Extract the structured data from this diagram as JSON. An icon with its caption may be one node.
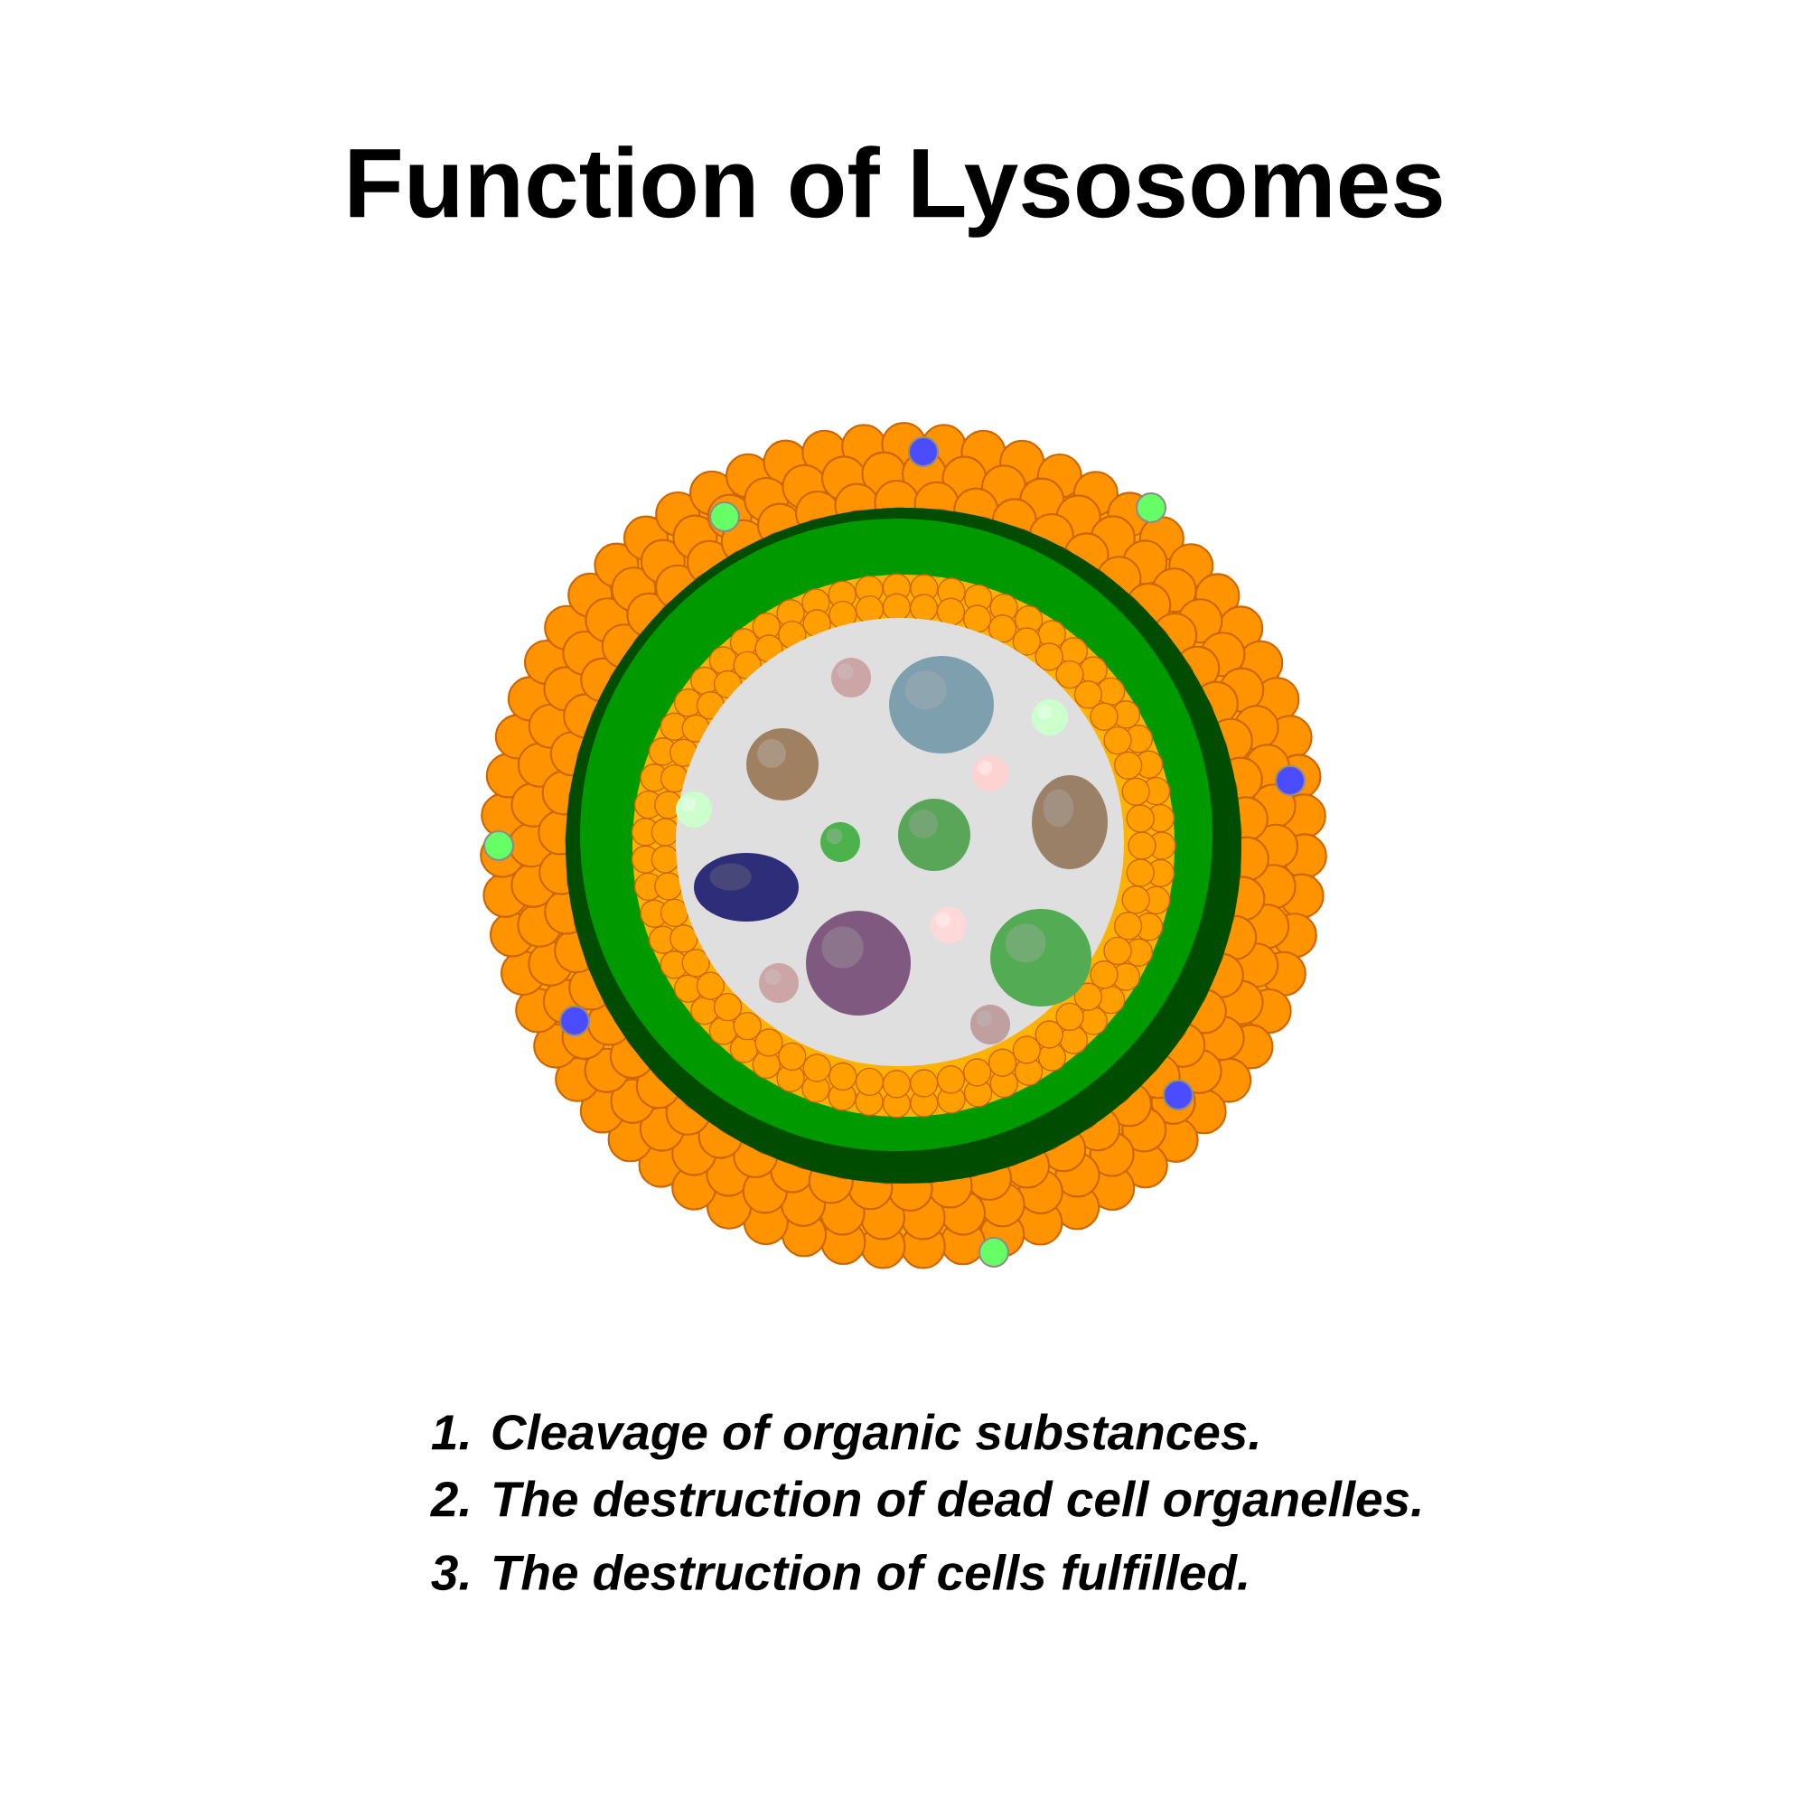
{
  "diagram": {
    "title": "Function of Lysosomes",
    "labels": [
      "1. Cleavage of organic substances.",
      "2. The destruction of dead cell organelles.",
      "3. The destruction of cells fulfilled."
    ]
  }
}
